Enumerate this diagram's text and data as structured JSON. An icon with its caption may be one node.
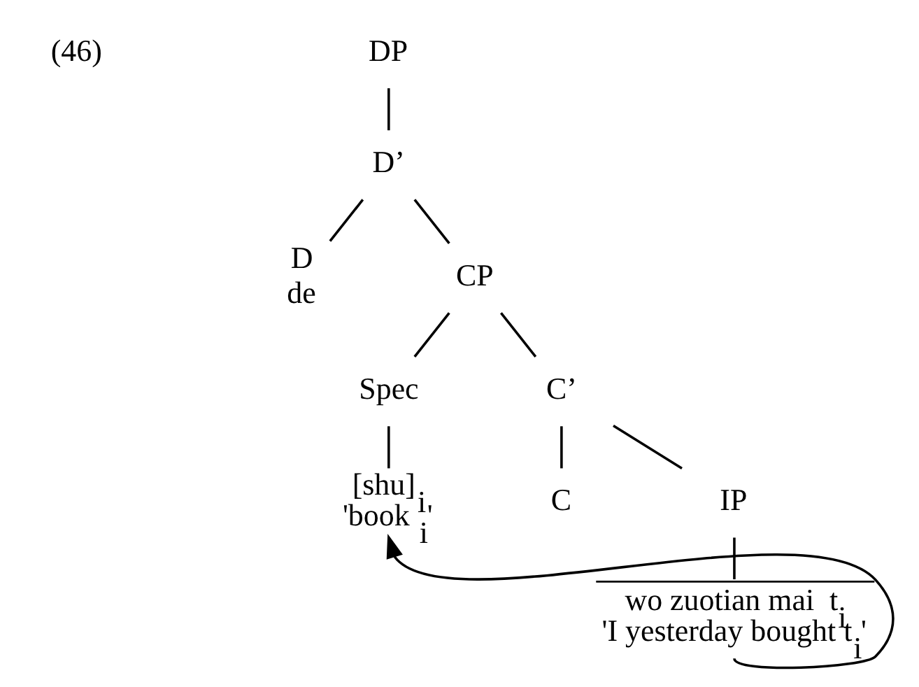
{
  "diagram": {
    "nodes": [
      {
        "text": [
          "DP"
        ]
      },
      {
        "text": [
          "D’"
        ]
      },
      {
        "text": [
          "D",
          "de"
        ]
      },
      {
        "text": [
          "CP"
        ]
      },
      {
        "text": [
          "Spec"
        ]
      },
      {
        "text": [
          "[shu]$_{i}$",
          "'book $_{i}$'"
        ]
      },
      {
        "text": [
          "C’"
        ]
      },
      {
        "text": [
          "C"
        ]
      },
      {
        "text": [
          "IP"
        ]
      },
      {
        "text": [
          "wo zuotian mai  t$_{i}$",
          "'I yesterday bought t$_{i}$'"
        ]
      }
    ],
    "edges": [
      {
        "from": 0,
        "to": 1,
        "arrow": "none"
      },
      {
        "from": 1,
        "to": 2,
        "arrow": "none"
      },
      {
        "from": 1,
        "to": 3,
        "arrow": "none"
      },
      {
        "from": 3,
        "to": 4,
        "arrow": "none"
      },
      {
        "from": 3,
        "to": 6,
        "arrow": "none"
      },
      {
        "from": 4,
        "to": 5,
        "arrow": "none"
      },
      {
        "from": 6,
        "to": 7,
        "arrow": "none"
      },
      {
        "from": 6,
        "to": 8,
        "arrow": "none"
      },
      {
        "from": 8,
        "to": 9,
        "arrow": "none"
      },
      {
        "from": 9,
        "to": 5,
        "arrow": "to"
      }
    ],
    "labels": [
      "(46)"
    ]
  }
}
